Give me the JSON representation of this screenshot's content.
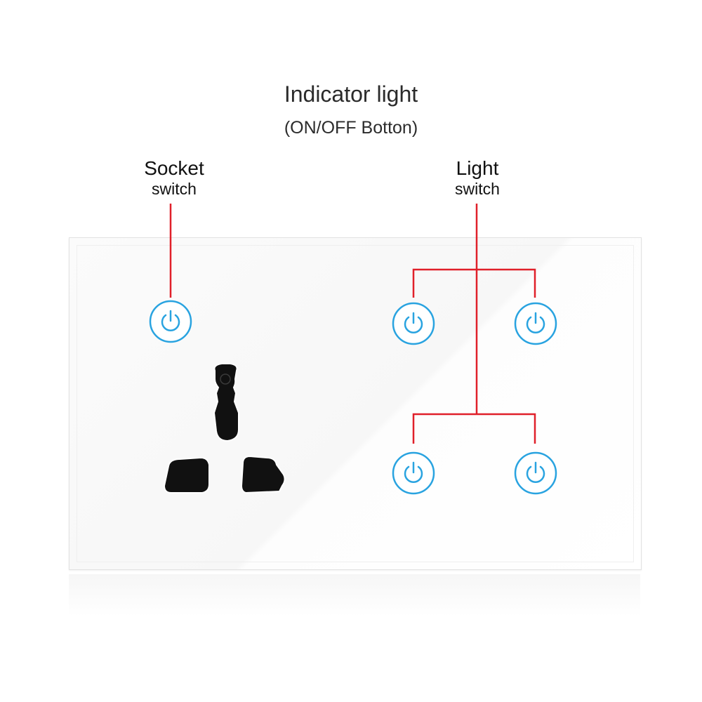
{
  "header": {
    "title": "Indicator light",
    "subtitle": "(ON/OFF Botton)"
  },
  "labels": {
    "socket": {
      "main": "Socket",
      "sub": "switch"
    },
    "light": {
      "main": "Light",
      "sub": "switch"
    }
  },
  "colors": {
    "callout_line": "#e0202a",
    "button_ring": "#29a3e0",
    "socket_body": "#111111",
    "panel": "#f9f9f9"
  },
  "buttons": {
    "icon": "power-icon",
    "socket_count": 1,
    "light_count": 4
  }
}
